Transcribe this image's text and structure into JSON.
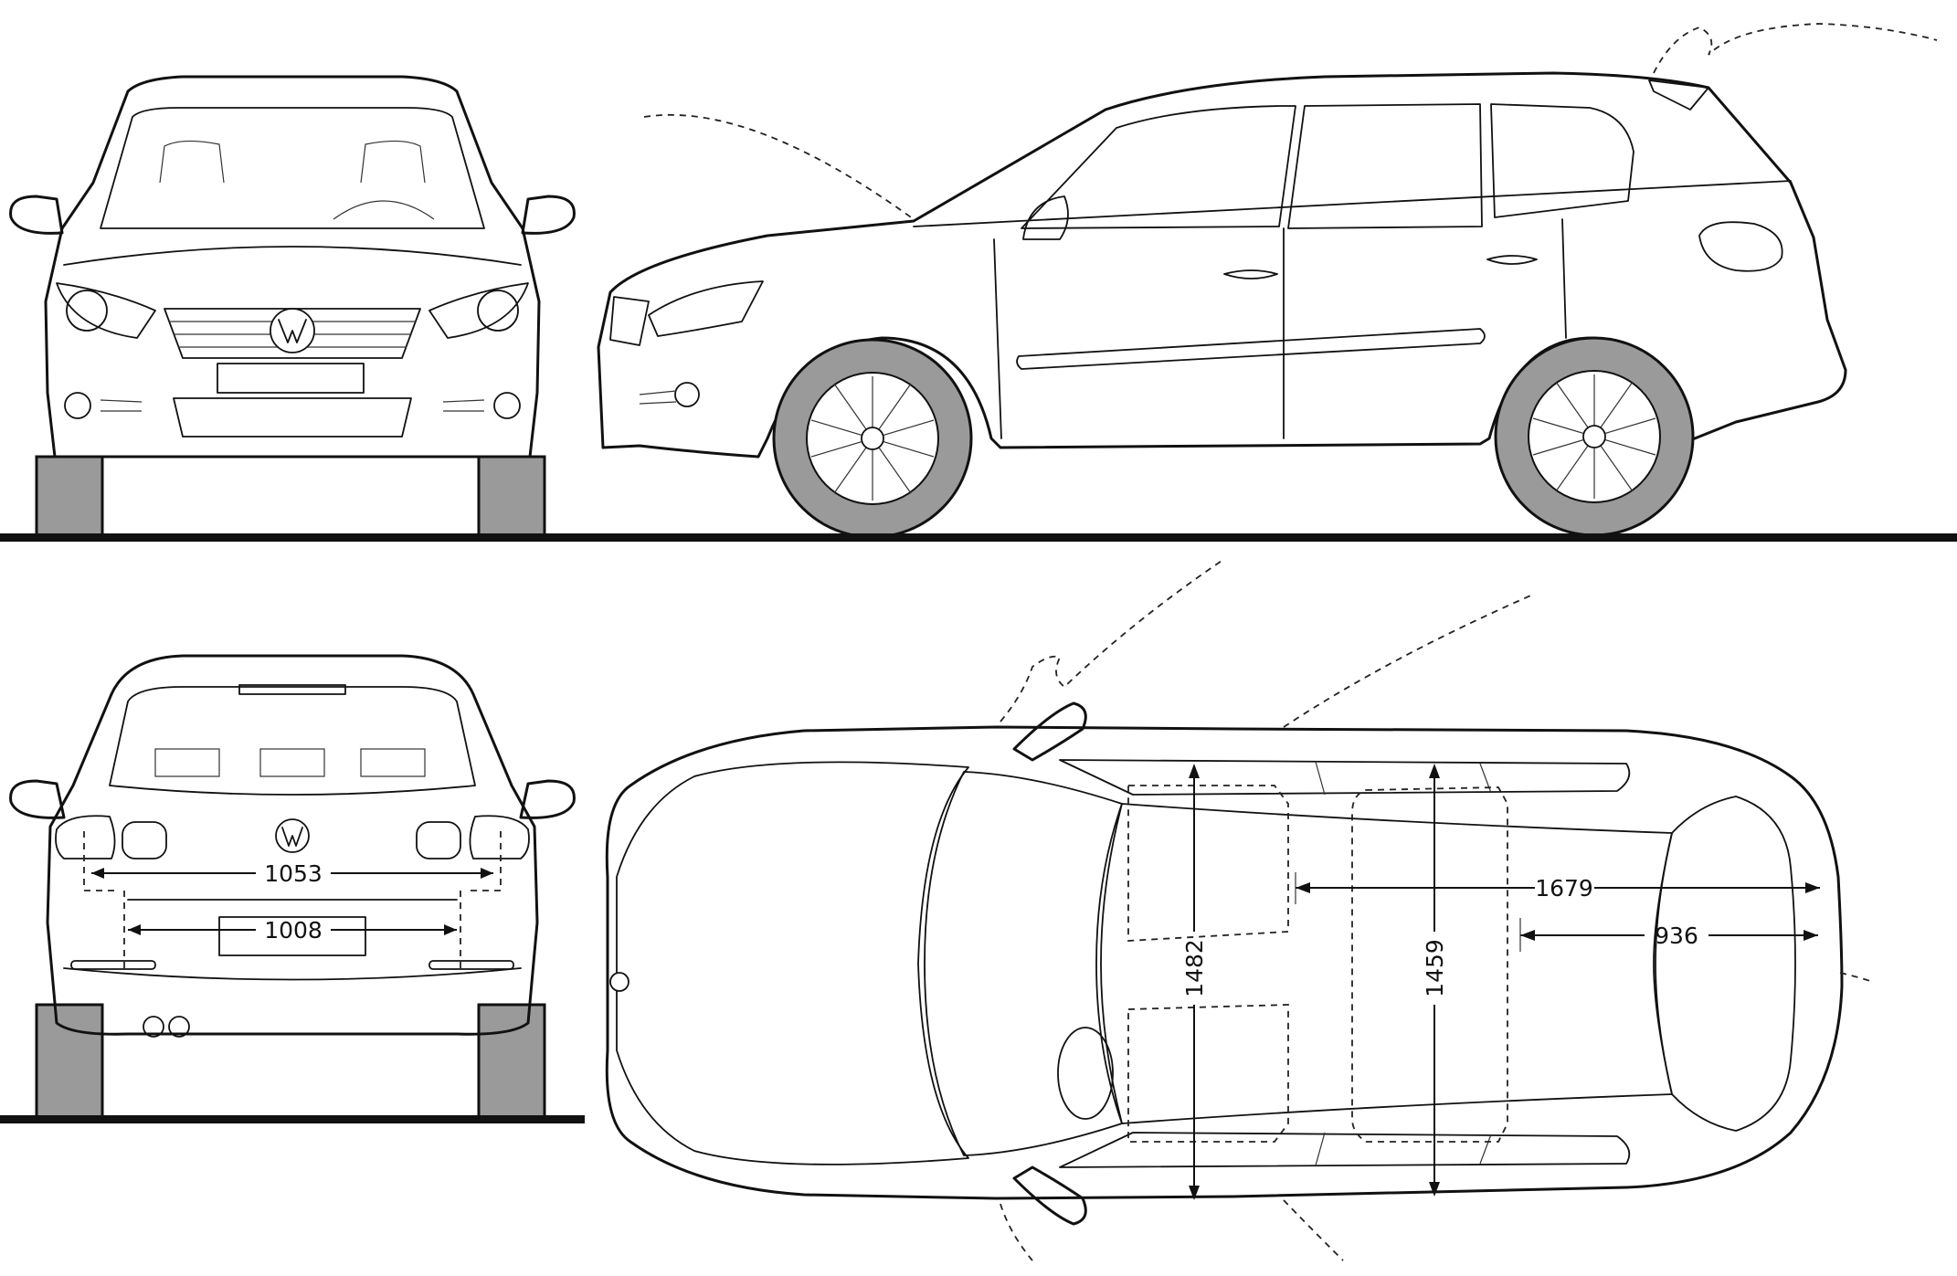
{
  "dimensions": {
    "rear_track_upper": "1053",
    "rear_track_lower": "1008",
    "interior_width_front": "1482",
    "interior_width_rear": "1459",
    "load_length_max": "1679",
    "load_length_min": "936"
  },
  "views": [
    "front-view",
    "side-view",
    "rear-view",
    "top-view"
  ],
  "colors": {
    "line": "#111111",
    "tyre": "#9a9a9a",
    "background": "#ffffff"
  }
}
